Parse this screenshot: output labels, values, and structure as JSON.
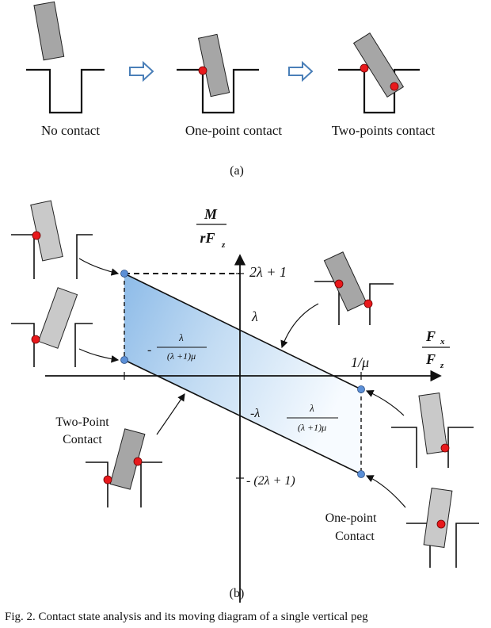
{
  "panel_a": {
    "states": [
      "No contact",
      "One-point contact",
      "Two-points contact"
    ],
    "label": "(a)"
  },
  "panel_b": {
    "label": "(b)",
    "y_axis": {
      "num": "M",
      "den": "rF",
      "den_sub": "z"
    },
    "x_axis": {
      "num": "F",
      "num_sub": "x",
      "den": "F",
      "den_sub": "z"
    },
    "ticks": {
      "top": "2λ + 1",
      "lambda": "λ",
      "inv_mu": "1/μ",
      "neg_lambda": "-λ",
      "bottom": "- (2λ + 1)",
      "left_frac_sign": "-",
      "frac_num": "λ",
      "frac_den": "(λ +1)μ"
    },
    "annotations": {
      "two_point_1": "Two-Point",
      "two_point_2": "Contact",
      "one_point_1": "One-point",
      "one_point_2": "Contact"
    }
  },
  "caption": "Fig. 2.   Contact state analysis and its moving diagram of a single vertical peg",
  "colors": {
    "peg_fill": "#a6a6a6",
    "contact_red": "#e8191c",
    "vertex_blue": "#5b8fd6",
    "region_blue": "#a9cbee",
    "arrow_blue": "#4a7fb8"
  }
}
